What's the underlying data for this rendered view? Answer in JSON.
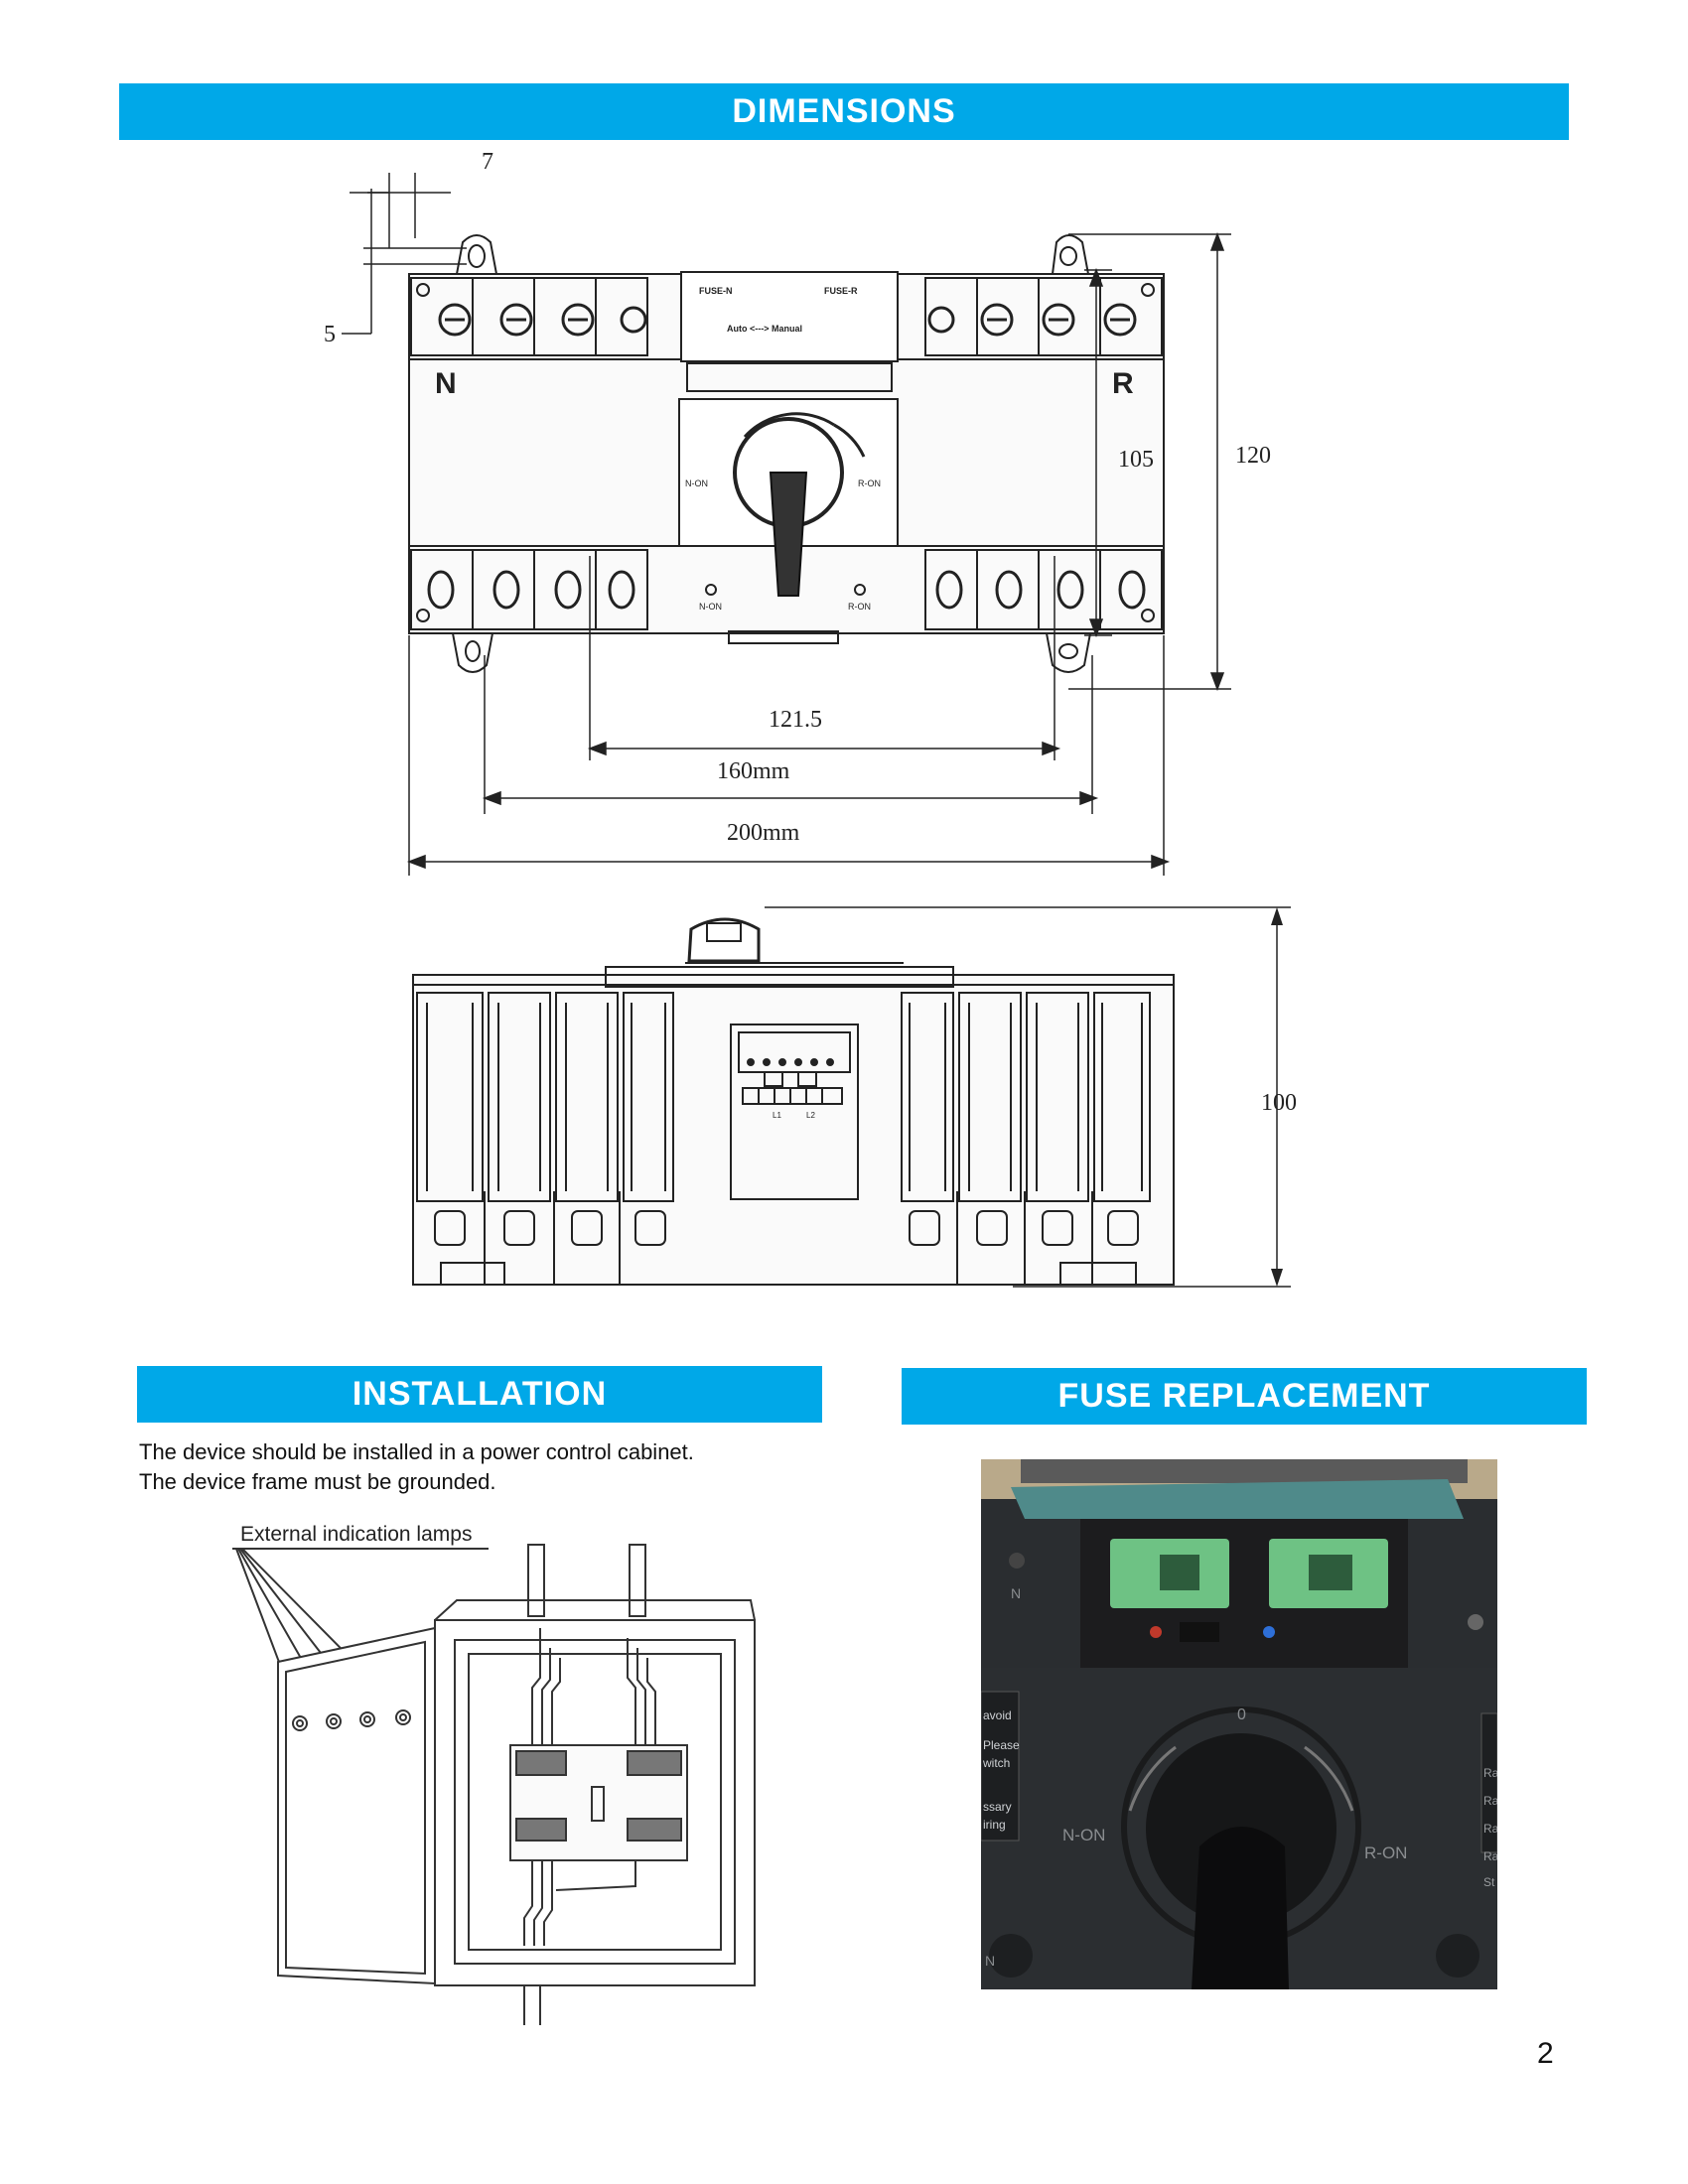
{
  "sections": {
    "dimensions": {
      "title": "DIMENSIONS"
    },
    "installation": {
      "title": "INSTALLATION"
    },
    "fuse_replacement": {
      "title": "FUSE REPLACEMENT"
    }
  },
  "dimensions_drawing": {
    "top_view": {
      "dim_7": "7",
      "dim_5": "5",
      "dim_105": "105",
      "dim_120": "120",
      "dim_121_5": "121.5",
      "dim_160": "160mm",
      "dim_200": "200mm",
      "label_n": "N",
      "label_r": "R",
      "fuse_n": "FUSE-N",
      "fuse_r": "FUSE-R",
      "auto_manual": "Auto <---> Manual",
      "n_on": "N-ON",
      "r_on": "R-ON",
      "n_on_lamp": "N-ON",
      "r_on_lamp": "R-ON"
    },
    "side_view": {
      "dim_100": "100",
      "term_l1": "L1",
      "term_l2": "L2"
    }
  },
  "installation": {
    "line1": "The device should be installed in a power control cabinet.",
    "line2": "The device frame must be grounded.",
    "callout": "External indication lamps"
  },
  "fuse_photo": {
    "dial_zero": "0",
    "n_on": "N-ON",
    "r_on": "R-ON",
    "side_n_upper": "N",
    "side_n_lower": "N",
    "warn_1": "avoid",
    "warn_2": "Please",
    "warn_3": "witch",
    "warn_4": "ssary",
    "warn_5": "iring",
    "right_1": "Ra",
    "right_2": "Ra",
    "right_3": "Ra",
    "right_4": "Ra",
    "right_5": "St"
  },
  "page": {
    "number": "2"
  }
}
